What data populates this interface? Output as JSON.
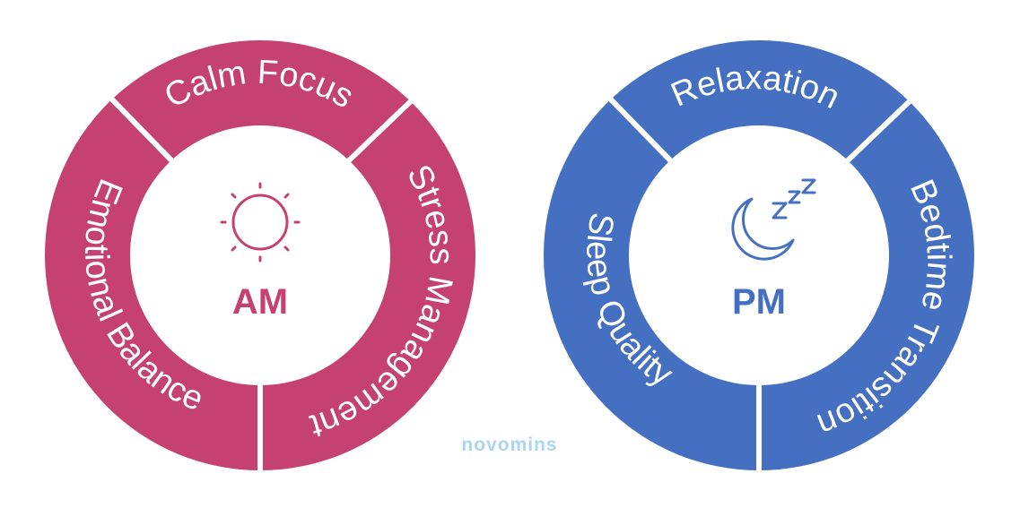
{
  "colors": {
    "am": "#c44170",
    "pm": "#4570c1",
    "brand": "#a9d6f0",
    "background": "#ffffff"
  },
  "am": {
    "center_label": "AM",
    "icon": "sun-icon",
    "segments": [
      "Calm Focus",
      "Stress Management",
      "Emotional Balance"
    ]
  },
  "pm": {
    "center_label": "PM",
    "icon": "moon-zzz-icon",
    "segments": [
      "Relaxation",
      "Bedtime Transition",
      "Sleep Quality"
    ]
  },
  "brand": {
    "name": "novomins"
  }
}
